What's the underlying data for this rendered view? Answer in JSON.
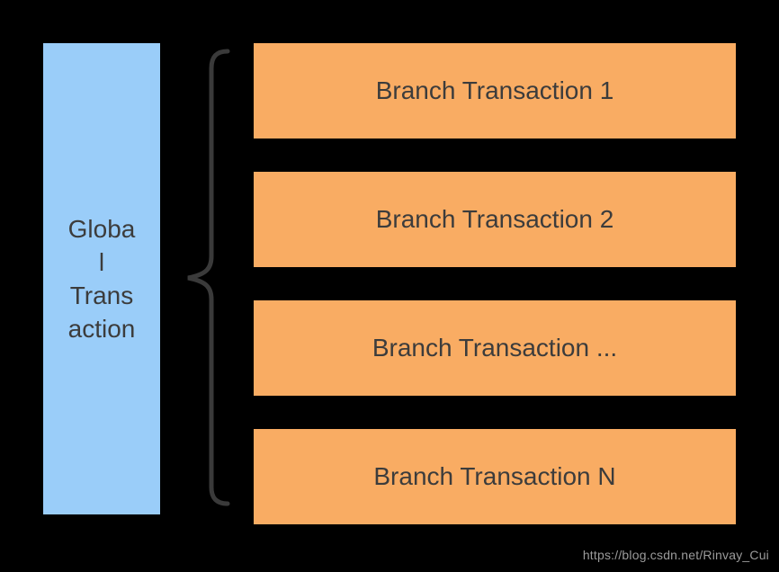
{
  "page": {
    "background": "#000000",
    "watermark": "https://blog.csdn.net/Rinvay_Cui",
    "watermark_color": "#9B9B9B"
  },
  "diagram": {
    "global_box": {
      "label": "Globa\nl\nTrans\naction",
      "fill": "#9ACDF9",
      "text_color": "#3C3C3C"
    },
    "brace": {
      "color": "#3A3A3A",
      "stroke_width": 5
    },
    "branch_fill": "#F9AC63",
    "branch_transactions": [
      {
        "label": "Branch Transaction 1"
      },
      {
        "label": "Branch Transaction 2"
      },
      {
        "label": "Branch Transaction ..."
      },
      {
        "label": "Branch Transaction N"
      }
    ]
  }
}
